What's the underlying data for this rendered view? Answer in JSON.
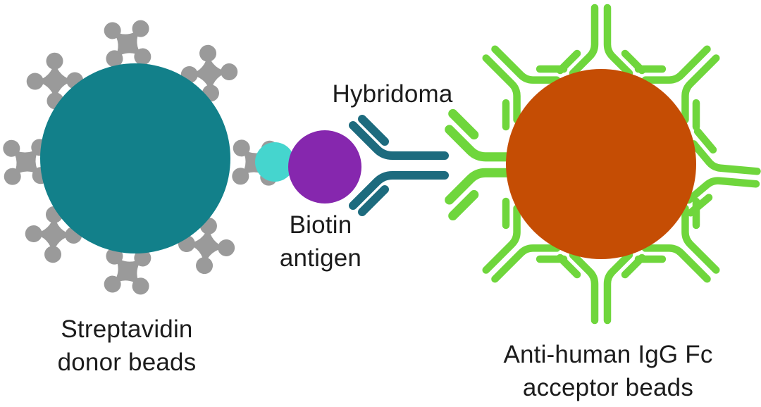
{
  "labels": {
    "donor_bead": "Streptavidin\ndonor beads",
    "hybridoma": "Hybridoma",
    "biotin_antigen": "Biotin\nantigen",
    "acceptor_bead": "Anti-human IgG Fc\nacceptor beads"
  },
  "colors": {
    "donor_bead": "#12808a",
    "streptavidin": "#9a9a9a",
    "biotin": "#45d5ce",
    "antigen": "#8627ae",
    "hybridoma_antibody": "#1d6b7e",
    "acceptor_bead": "#c54d04",
    "acceptor_antibody": "#6fd63c",
    "text": "#1c1c1c",
    "background": "#ffffff"
  },
  "counts": {
    "streptavidin_sites": 8,
    "acceptor_antibodies": 8
  }
}
